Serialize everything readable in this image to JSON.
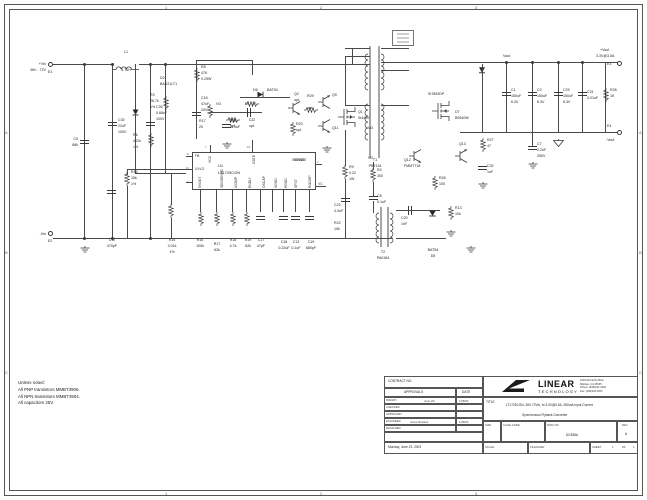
{
  "sheet": {
    "zones_top": [
      "1",
      "2",
      "3",
      "4"
    ],
    "zones_side": [
      "A",
      "B",
      "C",
      "D"
    ]
  },
  "notes": {
    "lines": [
      "Unless noted:",
      "All PNP transistors MMBT3906.",
      "All NPN transistors MMBT3904.",
      "All capacitors 25V."
    ]
  },
  "title_block": {
    "contract_label": "CONTRACT NO.",
    "approvals_label": "APPROVALS",
    "date_label": "DATE",
    "rows": [
      {
        "role": "DRAWN",
        "name": "June Wu",
        "date": "1/28/03"
      },
      {
        "role": "CHECKED",
        "name": "",
        "date": ""
      },
      {
        "role": "APPROVED",
        "name": "",
        "date": ""
      },
      {
        "role": "ENGINEER",
        "name": "Jesus Rosales",
        "date": "1/28/03"
      },
      {
        "role": "DESIGNER",
        "name": "",
        "date": ""
      }
    ],
    "date_line": "Monday, June 23, 2003",
    "company_name": "LINEAR",
    "company_sub": "TECHNOLOGY",
    "company_address": "1630 McCarthy Blvd.\nMilpitas, CA 95035\nPhone: (408)432-1900\nFax: (408)434-0507",
    "title_label": "TITLE",
    "title_line1": "LT1725CGN, 36V-72Vin, to 3.3V@3.5A, 350mA Input Current",
    "title_line2": "Synchronous Flyback Converter",
    "size_label": "SIZE",
    "cage_label": "CAGE CODE",
    "dwgno_label": "DWG NO",
    "dwgno_value": "DC838A",
    "rev_label": "REV",
    "rev_value": "A",
    "scale_label": "SCALE:",
    "filename_label": "FILENAME:",
    "sheet_label": "SHEET",
    "sheet_value": "1",
    "of_label": "OF",
    "of_value": "1"
  },
  "nets": {
    "vin_pos": "+Vin",
    "vin_range": "36V - 72V",
    "vin_term": "E1",
    "vin_neg": "-Vin",
    "vin_neg_term": "E2",
    "vout_pos": "+Vout",
    "vout_range": "3.3V@3.5A",
    "vout_term": "E3",
    "vout_neg": "-Vout",
    "vout_neg_term": "E4",
    "vout_node": "Vout",
    "vg1": "VG",
    "vg2": "VG",
    "vg3": "VG",
    "isense": "ISENSE"
  },
  "ic": {
    "refdes": "U1",
    "part": "LT1725CGN",
    "pins_left": [
      {
        "num": "8",
        "name": "FB"
      },
      {
        "num": "10",
        "name": "UVLO"
      },
      {
        "num": "9",
        "name": "5VOUT"
      }
    ],
    "pins_top": [
      {
        "num": "7",
        "name": "VCC"
      },
      {
        "num": "16",
        "name": "GATE"
      }
    ],
    "pins_right": [
      {
        "num": "2",
        "name": "ISENSE"
      },
      {
        "num": "1",
        "name": "VC"
      }
    ],
    "pins_bottom": [
      {
        "num": "11",
        "name": "SENSENEG"
      },
      {
        "num": "13",
        "name": "tCOMP"
      },
      {
        "num": "12",
        "name": "ENDLY"
      },
      {
        "num": "4",
        "name": "OSCAP"
      },
      {
        "num": "5",
        "name": "SGND"
      },
      {
        "num": "6",
        "name": "PGND"
      },
      {
        "num": "3",
        "name": "SFST"
      },
      {
        "num": "14",
        "name": "ROCMP"
      }
    ]
  },
  "components": [
    {
      "ref": "L1",
      "val": "4.7uH"
    },
    {
      "ref": "C5",
      "val": "68k"
    },
    {
      "ref": "C30",
      "val": "22uF\n100V"
    },
    {
      "ref": "C35",
      "val": "0.68uF\n100V"
    },
    {
      "ref": "R6",
      "val": "402k\n1%"
    },
    {
      "ref": "R3",
      "val": "26.7k\n1%"
    },
    {
      "ref": "R14",
      "val": "15k\n1%"
    },
    {
      "ref": "C12",
      "val": "470pF"
    },
    {
      "ref": "R15",
      "val": "3.01k\n1%"
    },
    {
      "ref": "D2",
      "val": "BAS21LT1"
    },
    {
      "ref": "R8",
      "val": "47K\n0.25W"
    },
    {
      "ref": "C16",
      "val": "47uF\n20V"
    },
    {
      "ref": "R17",
      "val": "20"
    },
    {
      "ref": "C11",
      "val": "0.1uF"
    },
    {
      "ref": "R24",
      "val": "opt."
    },
    {
      "ref": "C22",
      "val": "opt."
    },
    {
      "ref": "R20",
      "val": "opt."
    },
    {
      "ref": "D6",
      "val": "BAT54"
    },
    {
      "ref": "R1",
      "val": "47"
    },
    {
      "ref": "Q2",
      "val": "opt."
    },
    {
      "ref": "R29",
      "val": "opt."
    },
    {
      "ref": "Q9",
      "val": ""
    },
    {
      "ref": "Q11",
      "val": ""
    },
    {
      "ref": "Q1",
      "val": "Si4490"
    },
    {
      "ref": "R16",
      "val": "100k"
    },
    {
      "ref": "R17b",
      "val": "62k"
    },
    {
      "ref": "R18",
      "val": "4.7k"
    },
    {
      "ref": "R19",
      "val": "62k"
    },
    {
      "ref": "C17",
      "val": "47pF"
    },
    {
      "ref": "C18",
      "val": "0.22uF"
    },
    {
      "ref": "C13",
      "val": "0.1uF"
    },
    {
      "ref": "C19",
      "val": "680pF"
    },
    {
      "ref": "T1",
      "val": "PB2134"
    },
    {
      "ref": "Q3",
      "val": "Si7892DP"
    },
    {
      "ref": "R9",
      "val": "0.22\n1W"
    },
    {
      "ref": "R4",
      "val": "300"
    },
    {
      "ref": "C8",
      "val": "0.1uF"
    },
    {
      "ref": "T2",
      "val": "PA0184"
    },
    {
      "ref": "C20",
      "val": "1nF"
    },
    {
      "ref": "D5",
      "val": "BAT54"
    },
    {
      "ref": "Q12",
      "val": "FMMT718"
    },
    {
      "ref": "R26",
      "val": "100"
    },
    {
      "ref": "R13",
      "val": "10k"
    },
    {
      "ref": "Q13",
      "val": ""
    },
    {
      "ref": "D7",
      "val": "B0540W"
    },
    {
      "ref": "R27",
      "val": "47"
    },
    {
      "ref": "C32",
      "val": "1uF"
    },
    {
      "ref": "C1",
      "val": "150uF\n6.3V"
    },
    {
      "ref": "C2",
      "val": "150uF\n6.3V"
    },
    {
      "ref": "C29",
      "val": "150uF\n6.3V"
    },
    {
      "ref": "C31",
      "val": "0.01uF"
    },
    {
      "ref": "R28",
      "val": "1K"
    },
    {
      "ref": "C7",
      "val": "2.2nF\n250V"
    },
    {
      "ref": "C23",
      "val": "3.3nF"
    },
    {
      "ref": "R22",
      "val": "10k"
    }
  ],
  "labels": {
    "L1": "L1",
    "L1v": "4.7uH",
    "C5": "C5",
    "C5v": "68k",
    "C30": "C30",
    "C30v": "22uF",
    "C30v2": "100V",
    "C35": "C35",
    "C35v": "0.68uF",
    "C35v2": "100V",
    "R6": "R6",
    "R6v": "402k",
    "R6v2": "1%",
    "R3": "R3",
    "R3v": "26.7k",
    "R3v2": "1%",
    "R14": "R14",
    "R14v": "15k",
    "R14v2": "1%",
    "C12": "C12",
    "C12v": "470pF",
    "R15": "R15",
    "R15v": "3.01k",
    "R15v2": "1%",
    "D2": "D2",
    "D2v": "BAS21LT1",
    "R8": "R8",
    "R8v": "47K",
    "R8v2": "0.25W",
    "C16": "C16",
    "C16v": "47uF",
    "C16v2": "20V",
    "R17": "R17",
    "R17v": "20",
    "C11": "C11",
    "C11v": "0.1uF",
    "R24": "R24",
    "R24v": "opt.",
    "C22": "C22",
    "C22v": "opt.",
    "R20": "R20",
    "R20v": "opt.",
    "D6": "D6",
    "D6v": "BAT54",
    "R1": "R1",
    "R1v": "47",
    "Q2": "Q2",
    "Q2v": "opt.",
    "R29": "R29",
    "R29v": "opt.",
    "Q9": "Q9",
    "Q11": "Q11",
    "Q1": "Q1",
    "Q1v": "Si4490",
    "R16": "R16",
    "R16v": "100k",
    "R17b": "R17",
    "R17bv": "62k",
    "R18": "R18",
    "R18v": "4.7k",
    "R19": "R19",
    "R19v": "62k",
    "C17": "C17",
    "C17v": "47pF",
    "C18": "C18",
    "C18v": "0.22uF",
    "C13": "C13",
    "C13v": "0.1uF",
    "C19": "C19",
    "C19v": "680pF",
    "T1": "T1",
    "T1v": "PB2134",
    "Q3v": "Si7892DP",
    "R9": "R9",
    "R9v": "0.22",
    "R9v2": "1W",
    "R4": "R4",
    "R4v": "300",
    "C8": "C8",
    "C8v": "0.1uF",
    "T2": "T2",
    "T2v": "PA0184",
    "C20": "C20",
    "C20v": "1nF",
    "D5": "D5",
    "D5v": "BAT54",
    "Q12": "Q12",
    "Q12v": "FMMT718",
    "R26": "R26",
    "R26v": "100",
    "R13": "R13",
    "R13v": "10k",
    "Q13": "Q13",
    "D7": "D7",
    "D7v": "B0540W",
    "R27": "R27",
    "R27v": "47",
    "C32": "C32",
    "C32v": "1uF",
    "C1": "C1",
    "C1v": "150uF",
    "C1v2": "6.3V",
    "C2": "C2",
    "C2v": "150uF",
    "C2v2": "6.3V",
    "C29": "C29",
    "C29v": "150uF",
    "C29v2": "6.3V",
    "C31": "C31",
    "C31v": "0.01uF",
    "R28": "R28",
    "R28v": "1K",
    "C7": "C7",
    "C7v": "2.2nF",
    "C7v2": "250V",
    "C23": "C23",
    "C23v": "3.3nF",
    "R22": "R22",
    "R22v": "10k"
  }
}
